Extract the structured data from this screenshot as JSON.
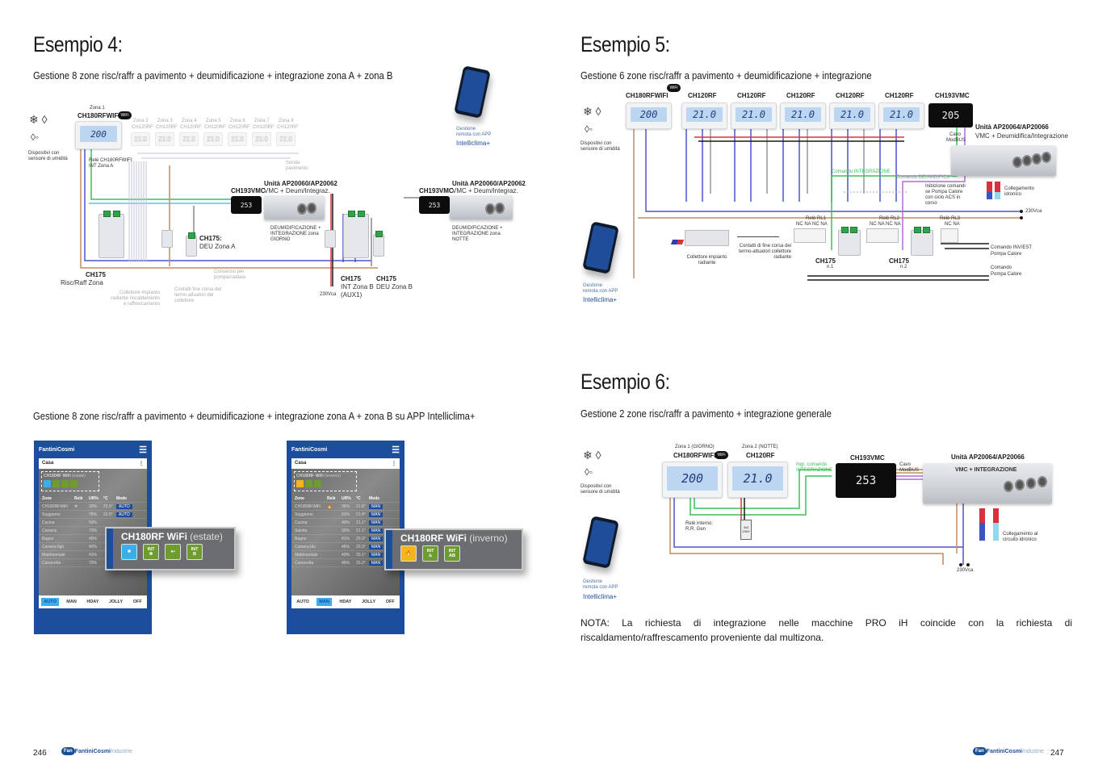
{
  "left_page": {
    "example4": {
      "title": "Esempio 4:",
      "subtitle": "Gestione 8 zone risc/raffr a pavimento + deumidificazione + integrazione zona A + zona B",
      "legend": {
        "humidity_devices": "Dispositivi con sensore di umidità"
      },
      "zone1": {
        "label": "Zona 1",
        "model": "CH180RFWIFI",
        "display": "200"
      },
      "zones": [
        {
          "label": "Zona 2",
          "model": "CH120RF"
        },
        {
          "label": "Zona 3",
          "model": "CH120RF"
        },
        {
          "label": "Zona 4",
          "model": "CH120RF"
        },
        {
          "label": "Zona 5",
          "model": "CH120RF"
        },
        {
          "label": "Zona 6",
          "model": "CH120RF"
        },
        {
          "label": "Zona 7",
          "model": "CH120RF"
        },
        {
          "label": "Zona 8",
          "model": "CH120RF"
        }
      ],
      "rele_note": "Relè CH180RFWIFI: INT Zona A",
      "sonda": "Sonda pavimento",
      "app_note": {
        "line1": "Gestione",
        "line2": "remota con APP",
        "name": "Intelliclima+"
      },
      "vmc_a": {
        "model": "CH193VMC",
        "display": "253",
        "unit": "Unità AP20060/AP20062",
        "unit_desc": "VMC + Deum/Integraz.",
        "note": "DEUMIDIFICAZIONE + INTEGRAZIONE zona GIORNO"
      },
      "vmc_b": {
        "model": "CH193VMC",
        "display": "253",
        "unit": "Unità AP20060/AP20062",
        "unit_desc": "VMC + Deum/Integraz.",
        "note": "DEUMIDIFICAZIONE + INTEGRAZIONE zona NOTTE"
      },
      "ch175_deu_a": {
        "model": "CH175:",
        "desc": "DEU Zona A"
      },
      "ch175_risc": {
        "model": "CH175",
        "desc": "Risc/Raff Zona"
      },
      "ch175_int_b": {
        "model": "CH175",
        "desc": "INT Zona B",
        "desc2": "(AUX1)"
      },
      "ch175_deu_b": {
        "model": "CH175",
        "desc": "DEU Zona B"
      },
      "collettore": "Collettore impianto radiante riscaldamento e raffrescamento",
      "contatti": "Contatti fine corsa del termo attuatori del collettore",
      "consenso": "Consenso per pompa/caldaia",
      "power": "230Vca"
    },
    "example4b": {
      "subtitle": "Gestione 8 zone risc/raffr a pavimento + deumidificazione + integrazione zona A + zona B su APP Intelliclima+",
      "app_estate": {
        "brand": "FantiniCosmi",
        "location": "Casa",
        "device": "CH180RF WiFi",
        "season": "(estate)",
        "columns": [
          "Zone",
          "Relè",
          "UR%",
          "°C",
          "Mode"
        ],
        "rows": [
          [
            "CH180RFWiFi",
            "❄",
            "39%",
            "22.5°",
            "AUTO"
          ],
          [
            "Soggiorno",
            "",
            "75%",
            "22.5°",
            "AUTO"
          ],
          [
            "Cucina",
            "",
            "63%",
            "",
            ""
          ],
          [
            "Camera",
            "",
            "73%",
            "",
            ""
          ],
          [
            "Bagno",
            "",
            "45%",
            "",
            ""
          ],
          [
            "Camera figli",
            "",
            "40%",
            "",
            ""
          ],
          [
            "Matrimoniale",
            "",
            "41%",
            "",
            ""
          ],
          [
            "Cameretta",
            "",
            "70%",
            "",
            "AUTO"
          ]
        ],
        "modes": [
          "AUTO",
          "MAN",
          "HDAY",
          "JOLLY",
          "OFF"
        ],
        "active_mode": "AUTO",
        "popup_icons": [
          {
            "top": "",
            "name": "snowflake-icon",
            "color": "#3aaee8"
          },
          {
            "top": "INT",
            "name": "int-snowflake-icon",
            "color": "#6f9c2e"
          },
          {
            "top": "",
            "name": "drops-icon",
            "color": "#6f9c2e"
          },
          {
            "top": "INT",
            "bottom": "B",
            "name": "int-b-icon",
            "color": "#6f9c2e"
          }
        ]
      },
      "app_inverno": {
        "brand": "FantiniCosmi",
        "location": "Casa",
        "device": "CH180RF WiFi",
        "season": "(inverno)",
        "columns": [
          "Zone",
          "Relè",
          "UR%",
          "°C",
          "Mode"
        ],
        "rows": [
          [
            "CH180RFWiFi",
            "🔥",
            "36%",
            "21.8°",
            "MAN"
          ],
          [
            "Soggiorno",
            "",
            "61%",
            "21.4°",
            "MAN"
          ],
          [
            "Cucina",
            "",
            "40%",
            "21.1°",
            "MAN"
          ],
          [
            "Salotto",
            "",
            "30%",
            "21.1°",
            "MAN"
          ],
          [
            "Bagno",
            "",
            "41%",
            "20.3°",
            "MAN"
          ],
          [
            "Camera blu",
            "",
            "46%",
            "20.3°",
            "MAN"
          ],
          [
            "Matrimoniale",
            "",
            "43%",
            "20.1°",
            "MAN"
          ],
          [
            "Cameretta",
            "",
            "45%",
            "20.3°",
            "MAN"
          ]
        ],
        "modes": [
          "AUTO",
          "MAN",
          "HDAY",
          "JOLLY",
          "OFF"
        ],
        "active_mode": "MAN",
        "popup_icons": [
          {
            "top": "",
            "name": "flame-icon",
            "color": "#f2b51c"
          },
          {
            "top": "INT",
            "name": "int-flame-icon",
            "color": "#6f9c2e"
          },
          {
            "top": "INT",
            "bottom": "AB",
            "name": "int-ab-icon",
            "color": "#6f9c2e"
          }
        ]
      }
    },
    "footer": {
      "page_number": "246",
      "brand_main": "FantiniCosmi",
      "brand_sub": "Industrie"
    }
  },
  "right_page": {
    "example5": {
      "title": "Esempio 5:",
      "subtitle": "Gestione 6 zone risc/raffr a pavimento + deumidificazione + integrazione",
      "legend": {
        "humidity_devices": "Dispositivi con sensore di umidità"
      },
      "thermostats": [
        {
          "model": "CH180RFWIFI",
          "display": "200"
        },
        {
          "model": "CH120RF",
          "display": "21.0"
        },
        {
          "model": "CH120RF",
          "display": "21.0"
        },
        {
          "model": "CH120RF",
          "display": "21.0"
        },
        {
          "model": "CH120RF",
          "display": "21.0"
        },
        {
          "model": "CH120RF",
          "display": "21.0"
        }
      ],
      "vmc": {
        "model": "CH193VMC",
        "display": "205",
        "cable": "Cavo ModBUS"
      },
      "unit": {
        "name": "Unità AP20064/AP20066",
        "desc": "VMC + Deumidifica/Integrazione"
      },
      "hydraulic": "Collegamento idronico",
      "cmd_integrazione": "Comando INTEGRAZIONE",
      "cmd_deumidifica": "Comando DEUMIDIFICA",
      "inibizione": "Inibizione comandi se Pompa Calore con ciclo ACS in corso",
      "power": "230Vca",
      "relays": [
        {
          "name": "Relè RL1",
          "contacts": "NC NA NC NA"
        },
        {
          "name": "Relè RL2",
          "contacts": "NC NA NC NA"
        },
        {
          "name": "Relè RL3",
          "contacts": "NC NA"
        }
      ],
      "collettore": "Collettore impianto radiante",
      "contatti": "Contatti di fine corsa dei termo-attuatori collettore radiante",
      "ch175_1": {
        "model": "CH175",
        "n": "n.1"
      },
      "ch175_2": {
        "model": "CH175",
        "n": "n.2"
      },
      "cmd_inv_est": "Comando INV/EST",
      "pompa_calore_1": "Pompa Calore",
      "cmd_pompa": "Comando",
      "pompa_calore_2": "Pompa Calore",
      "app_note": {
        "line1": "Gestione",
        "line2": "remota con APP",
        "name": "Intelliclima+"
      }
    },
    "example6": {
      "title": "Esempio 6:",
      "subtitle": "Gestione 2 zone risc/raffr a pavimento + integrazione generale",
      "legend": {
        "humidity_devices": "Dispositivi con sensore di umidità"
      },
      "zone1": {
        "label": "Zona 1 (GIORNO)",
        "model": "CH180RFWIFI",
        "display": "200"
      },
      "zone2": {
        "label": "Zona 2 (NOTTE)",
        "model": "CH120RF",
        "display": "21.0"
      },
      "ingr": "Ingr. comando INTEGRAZIONE",
      "vmc": {
        "model": "CH193VMC",
        "display": "253",
        "cable": "Cavo ModBUS"
      },
      "unit": {
        "name": "Unità AP20064/AP20066",
        "label": "VMC + INTEGRAZIONE"
      },
      "rele_interno": "Relè interno: R.R. Gen",
      "relay_box": "3x3 230V",
      "hydraulic": "Collegamento al circuito idronico",
      "power": "230Vca",
      "app_note": {
        "line1": "Gestione",
        "line2": "remota con APP",
        "name": "Intelliclima+"
      }
    },
    "nota": "NOTA: La richiesta di integrazione nelle macchine PRO iH coincide con la richiesta di riscaldamento/raffrescamento proveniente dal multizona.",
    "footer": {
      "page_number": "247",
      "brand_main": "FantiniCosmi",
      "brand_sub": "Industrie"
    }
  },
  "colors": {
    "brand_blue": "#1d4e9b",
    "wire_blue": "#4a55c8",
    "wire_brown": "#c68a62",
    "wire_green": "#3cc05a",
    "wire_red": "#e0303a",
    "wire_purple": "#b06fd0",
    "wire_cyan": "#7fd6ee"
  }
}
